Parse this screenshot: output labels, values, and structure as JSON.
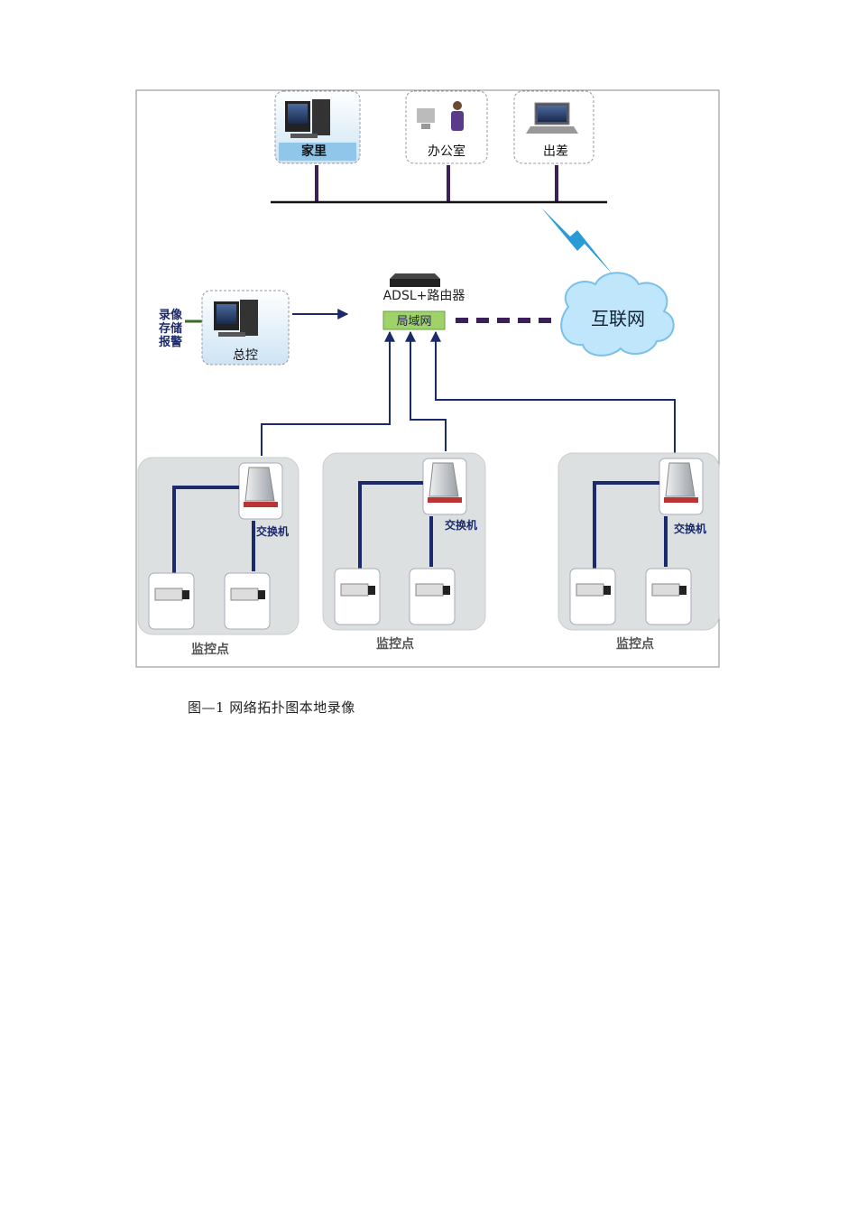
{
  "remote_clients": [
    {
      "label": "家里"
    },
    {
      "label": "办公室"
    },
    {
      "label": "出差"
    }
  ],
  "router": {
    "label": "ADSL+路由器",
    "lan_label": "局域网"
  },
  "internet": {
    "label": "互联网"
  },
  "master": {
    "label": "总控",
    "side_lines": [
      "录像",
      "存储",
      "报警"
    ]
  },
  "sites": [
    {
      "label": "监控点",
      "switch_label": "交换机"
    },
    {
      "label": "监控点",
      "switch_label": "交换机"
    },
    {
      "label": "监控点",
      "switch_label": "交换机"
    }
  ],
  "caption": "图—1 网络拓扑图本地录像",
  "colors": {
    "line": "#1b2a6b",
    "riser": "#3a1f58",
    "panel": "#dde0e0",
    "cloud": "#bfe6fb",
    "lan_box": "#9fd36a",
    "bolt": "#2b9bd6",
    "box_border": "#99a"
  }
}
